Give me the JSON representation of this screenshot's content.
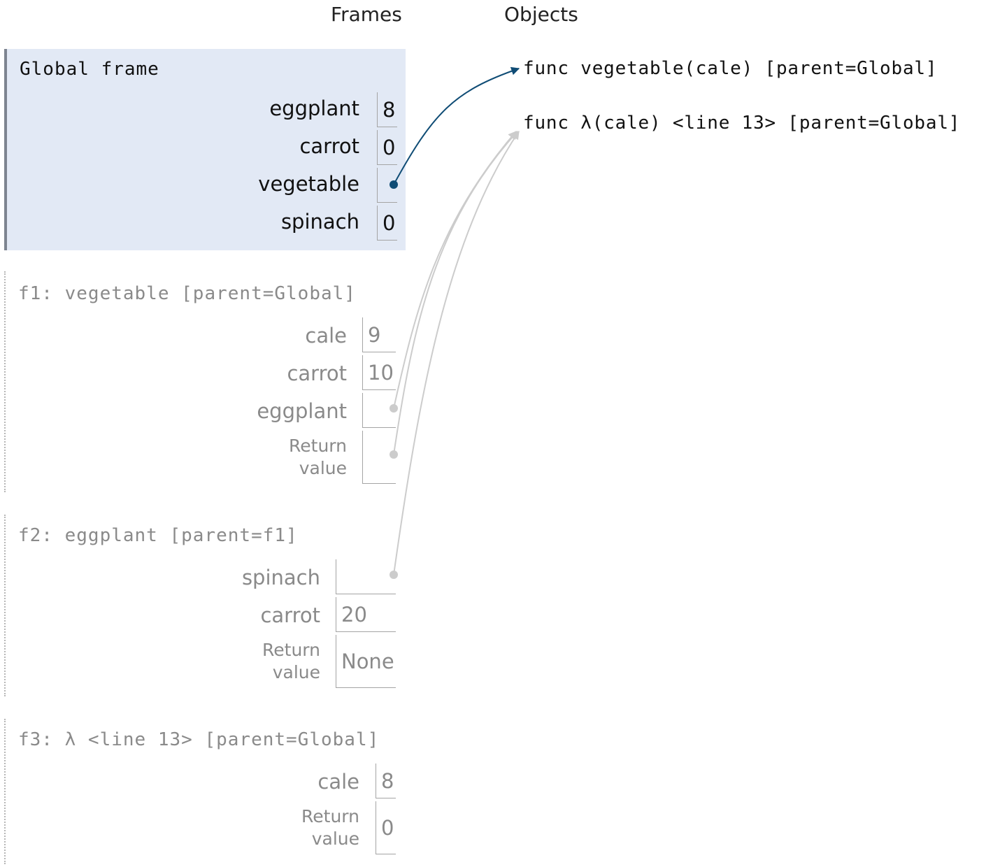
{
  "headings": {
    "frames": "Frames",
    "objects": "Objects"
  },
  "frames": {
    "global": {
      "title": "Global frame",
      "vars": [
        {
          "name": "eggplant",
          "value": "8"
        },
        {
          "name": "carrot",
          "value": "0"
        },
        {
          "name": "vegetable",
          "value": ""
        },
        {
          "name": "spinach",
          "value": "0"
        }
      ]
    },
    "f1": {
      "title": "f1: vegetable [parent=Global]",
      "vars": [
        {
          "name": "cale",
          "value": "9"
        },
        {
          "name": "carrot",
          "value": "10"
        },
        {
          "name": "eggplant",
          "value": ""
        }
      ],
      "return_label": [
        "Return",
        "value"
      ],
      "return_value": ""
    },
    "f2": {
      "title": "f2: eggplant [parent=f1]",
      "vars": [
        {
          "name": "spinach",
          "value": ""
        },
        {
          "name": "carrot",
          "value": "20"
        }
      ],
      "return_label": [
        "Return",
        "value"
      ],
      "return_value": "None"
    },
    "f3": {
      "title": "f3: λ <line 13> [parent=Global]",
      "vars": [
        {
          "name": "cale",
          "value": "8"
        }
      ],
      "return_label": [
        "Return",
        "value"
      ],
      "return_value": "0"
    }
  },
  "objects": [
    {
      "label": "func vegetable(cale) [parent=Global]"
    },
    {
      "label": "func λ(cale) <line 13> [parent=Global]"
    }
  ],
  "colors": {
    "active_pointer": "#0f4c75",
    "inactive_pointer": "#cccccc",
    "global_frame_bg": "#e2e9f5"
  }
}
